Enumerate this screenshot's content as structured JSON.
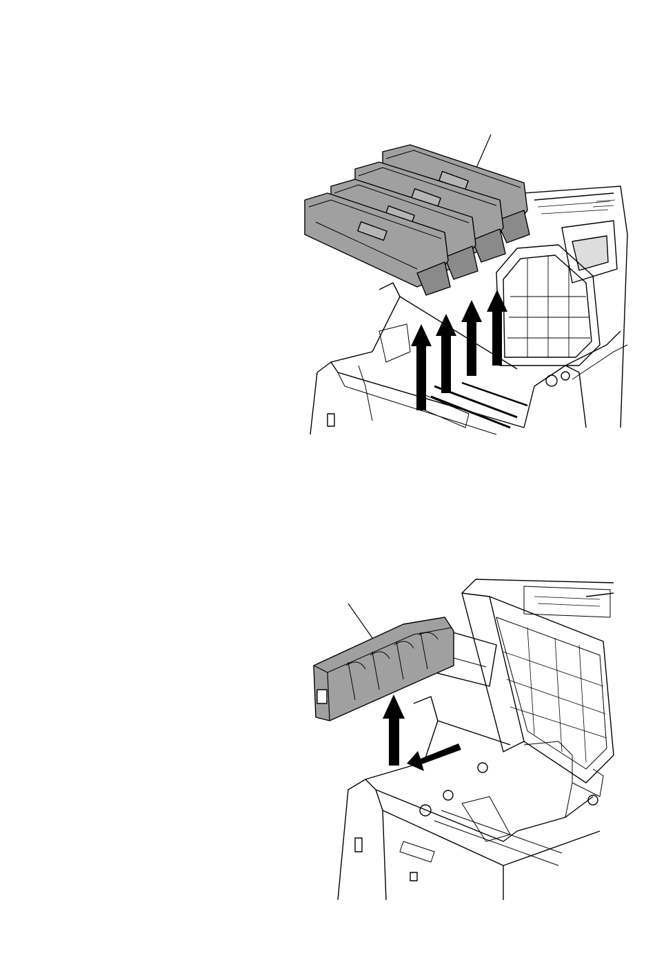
{
  "figures": [
    {
      "id": "toner-container-removal",
      "callout_count": 1,
      "arrow_count": 4,
      "toner_cartridge_count": 4
    },
    {
      "id": "waste-toner-box-removal",
      "callout_count": 1,
      "arrow_count": 2
    }
  ],
  "colors": {
    "line": "#000000",
    "part_fill": "#999999",
    "part_fill_dark": "#7f7f7f",
    "paper": "#ffffff"
  }
}
